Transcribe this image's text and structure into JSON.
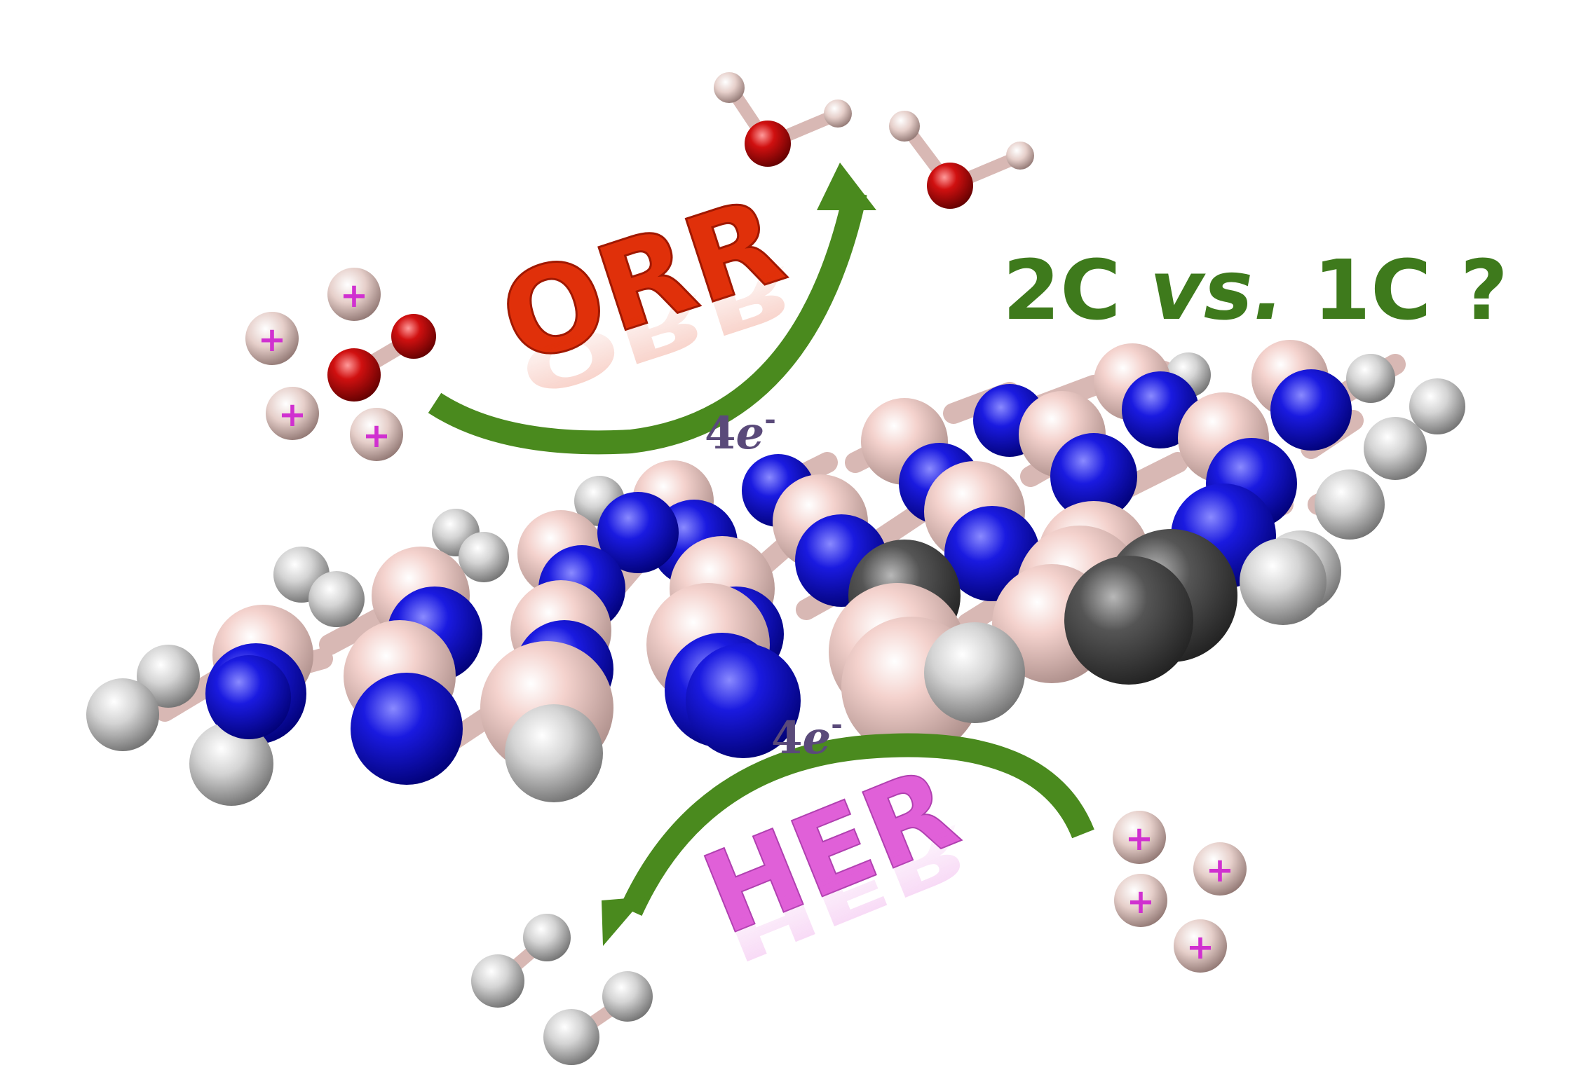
{
  "labels": {
    "orr": "ORR",
    "her": "HER",
    "question": {
      "a": "2C ",
      "vs": "vs.",
      "b": " 1C ?"
    },
    "electrons": {
      "num": "4",
      "e": "e",
      "sup": "-"
    },
    "proton": "+"
  },
  "colors": {
    "boron": "#f2c6c0",
    "nitrogen": "#1414d8",
    "carbon": "#4a4a4a",
    "hydrogen": "#d8d8d8",
    "oxygen": "#cc0f0f",
    "arrow": "#4a8a1e",
    "orr": "#e0300a",
    "her": "#e060d8",
    "question": "#3e7a1c",
    "electron": "#5a4a7a",
    "plus": "#d030d0"
  }
}
